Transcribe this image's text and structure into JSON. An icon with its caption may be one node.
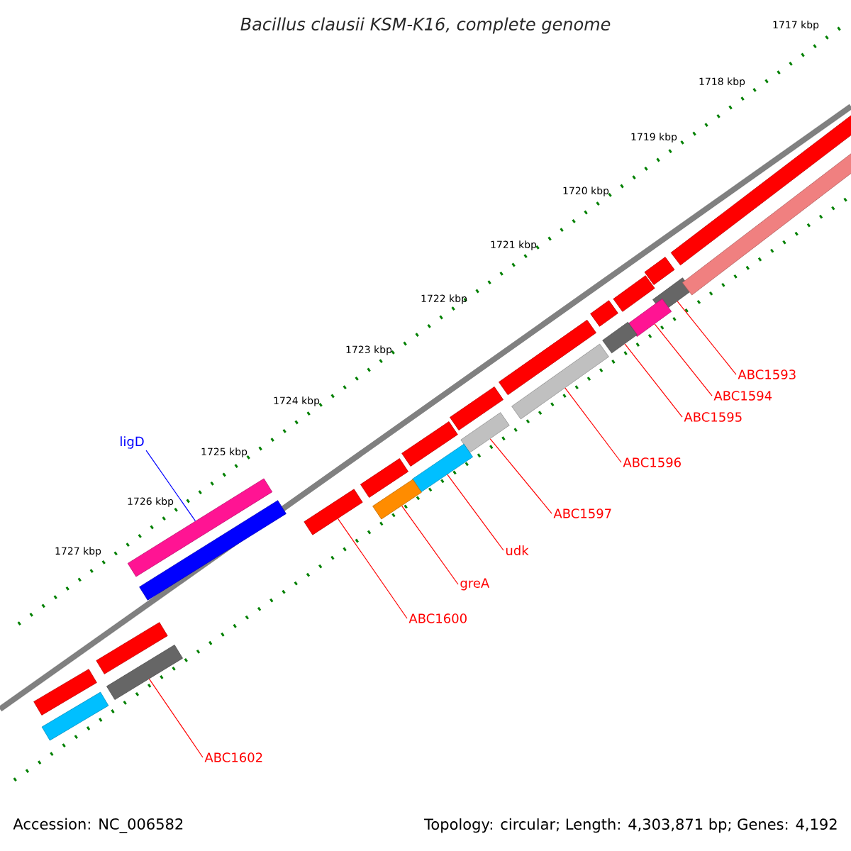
{
  "diagram": {
    "title": "Bacillus clausii KSM-K16, complete genome",
    "nodes": [
      {
        "text": [
          "ligD"
        ]
      },
      {
        "text": [],
        "shape": "bar"
      },
      {
        "text": [
          "ABC1593"
        ]
      },
      {
        "text": [],
        "shape": "bar"
      },
      {
        "text": [
          "ABC1594"
        ]
      },
      {
        "text": [],
        "shape": "bar"
      },
      {
        "text": [
          "ABC1595"
        ]
      },
      {
        "text": [],
        "shape": "bar"
      },
      {
        "text": [
          "ABC1596"
        ]
      },
      {
        "text": [],
        "shape": "bar"
      },
      {
        "text": [
          "ABC1597"
        ]
      },
      {
        "text": [],
        "shape": "bar"
      },
      {
        "text": [
          "udk"
        ]
      },
      {
        "text": [],
        "shape": "bar"
      },
      {
        "text": [
          "greA"
        ]
      },
      {
        "text": [],
        "shape": "bar"
      },
      {
        "text": [
          "ABC1600"
        ]
      },
      {
        "text": [],
        "shape": "bar"
      },
      {
        "text": [
          "ABC1602"
        ]
      },
      {
        "text": [],
        "shape": "bar"
      },
      {
        "text": [],
        "shape": "bar"
      },
      {
        "text": [],
        "shape": "bar"
      },
      {
        "text": [],
        "shape": "bar"
      },
      {
        "text": [],
        "shape": "bar"
      },
      {
        "text": [],
        "shape": "bar"
      },
      {
        "text": [],
        "shape": "bar"
      },
      {
        "text": [],
        "shape": "bar"
      },
      {
        "text": [],
        "shape": "bar"
      },
      {
        "text": [],
        "shape": "bar"
      },
      {
        "text": [],
        "shape": "bar"
      },
      {
        "text": [],
        "shape": "bar"
      },
      {
        "text": [],
        "shape": "bar"
      },
      {
        "text": [],
        "shape": "bar"
      }
    ],
    "edges": [
      {
        "from": 0,
        "to": 1,
        "arrow": "none",
        "color": "#0000ff"
      },
      {
        "from": 2,
        "to": 3,
        "arrow": "none"
      },
      {
        "from": 4,
        "to": 5,
        "arrow": "none"
      },
      {
        "from": 6,
        "to": 7,
        "arrow": "none"
      },
      {
        "from": 8,
        "to": 9,
        "arrow": "none"
      },
      {
        "from": 10,
        "to": 11,
        "arrow": "none"
      },
      {
        "from": 12,
        "to": 13,
        "arrow": "none"
      },
      {
        "from": 14,
        "to": 15,
        "arrow": "none"
      },
      {
        "from": 16,
        "to": 17,
        "arrow": "none"
      },
      {
        "from": 18,
        "to": 19,
        "arrow": "none"
      }
    ],
    "labels": [
      "1717 kbp",
      "1718 kbp",
      "1719 kbp",
      "1720 kbp",
      "1721 kbp",
      "1722 kbp",
      "1723 kbp",
      "1724 kbp",
      "1725 kbp",
      "1726 kbp",
      "1727 kbp",
      "Accession: NC_006582",
      "Topology: circular; Length: 4,303,871 bp; Genes: 4,192"
    ]
  }
}
